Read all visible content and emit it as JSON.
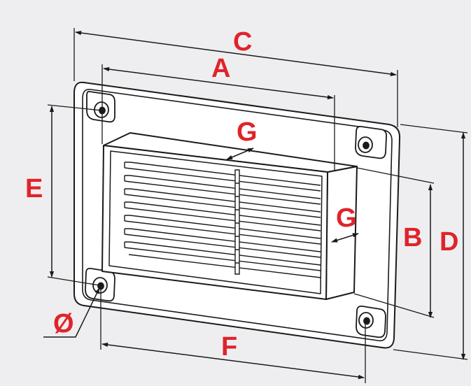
{
  "labels": {
    "A": "A",
    "B": "B",
    "C": "C",
    "D": "D",
    "E": "E",
    "F": "F",
    "G_top": "G",
    "G_side": "G",
    "diameter": "Ø"
  },
  "colors": {
    "background": "#eeeef0",
    "label": "#e0232a",
    "line": "#1a1a1a",
    "face": "#ffffff"
  }
}
